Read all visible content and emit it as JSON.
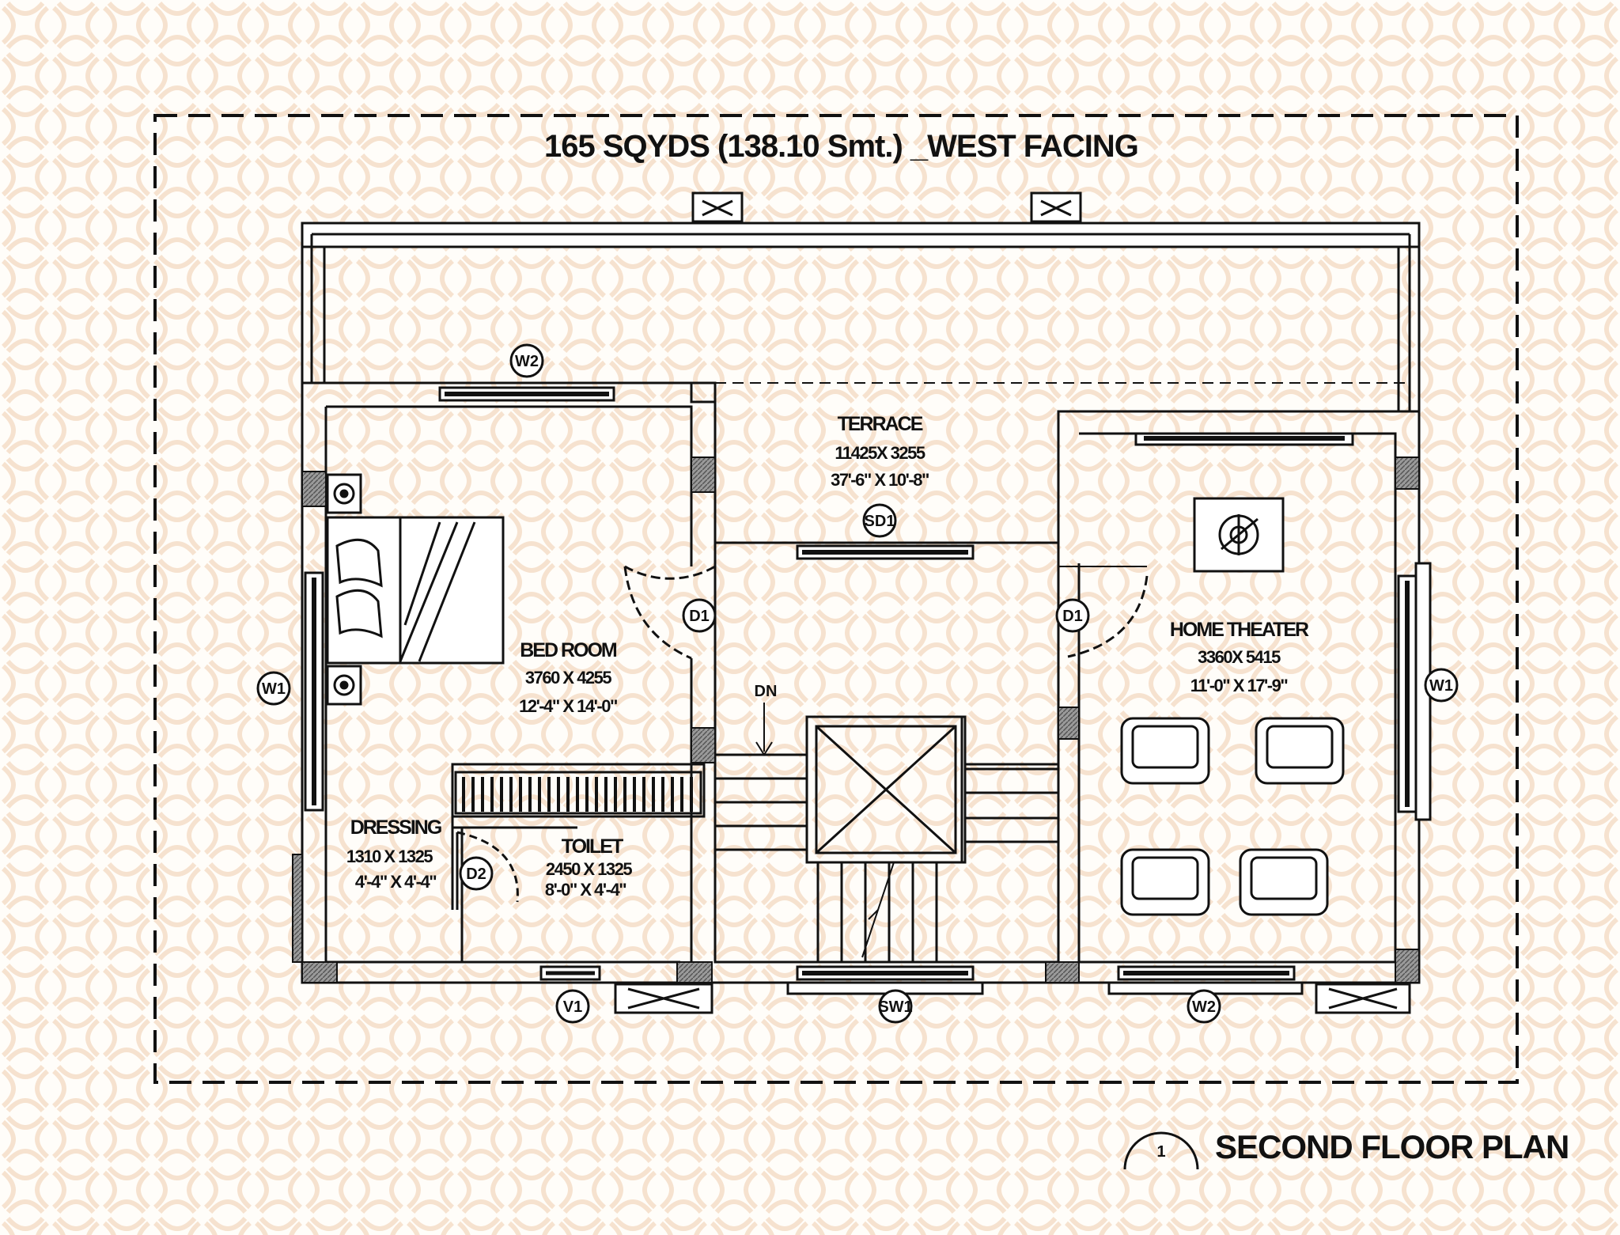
{
  "header": {
    "title": "165 SQYDS (138.10 Smt.) _WEST FACING"
  },
  "rooms": {
    "terrace": {
      "name": "TERRACE",
      "dim_mm": "11425X 3255",
      "dim_ft": "37'-6\" X 10'-8\""
    },
    "bedroom": {
      "name": "BED ROOM",
      "dim_mm": "3760 X 4255",
      "dim_ft": "12'-4\" X 14'-0\""
    },
    "home_theater": {
      "name": "HOME THEATER",
      "dim_mm": "3360X 5415",
      "dim_ft": "11'-0\" X 17'-9\""
    },
    "dressing": {
      "name": "DRESSING",
      "dim_mm": "1310 X 1325",
      "dim_ft": "4'-4\" X 4'-4\""
    },
    "toilet": {
      "name": "TOILET",
      "dim_mm": "2450 X 1325",
      "dim_ft": "8'-0\" X 4'-4\""
    }
  },
  "tags": {
    "w2_top": "W2",
    "sd1": "SD1",
    "d1_left": "D1",
    "d1_right": "D1",
    "w1_left": "W1",
    "w1_right": "W1",
    "d2": "D2",
    "v1": "V1",
    "sw1": "SW1",
    "w2_bottom": "W2",
    "stair_dn": "DN"
  },
  "footer": {
    "plan_number": "1",
    "plan_title": "SECOND FLOOR PLAN"
  },
  "colors": {
    "ink": "#111111",
    "background": "#fffdf9",
    "pattern": "#f6e2cf",
    "hatch": "#8a8a8a"
  }
}
